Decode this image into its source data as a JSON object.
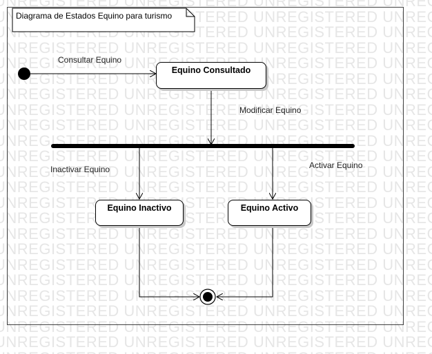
{
  "watermark": "UNREGISTERED UNREGISTERED UNREGISTERED UNREGISTERED",
  "diagram": {
    "note": "Diagrama de Estados Equino para turismo",
    "states": {
      "consultado": "Equino Consultado",
      "inactivo": "Equino Inactivo",
      "activo": "Equino Activo"
    },
    "transitions": {
      "consultar": "Consultar Equino",
      "modificar": "Modificar Equino",
      "inactivar": "Inactivar Equino",
      "activar": "Activar Equino"
    }
  }
}
